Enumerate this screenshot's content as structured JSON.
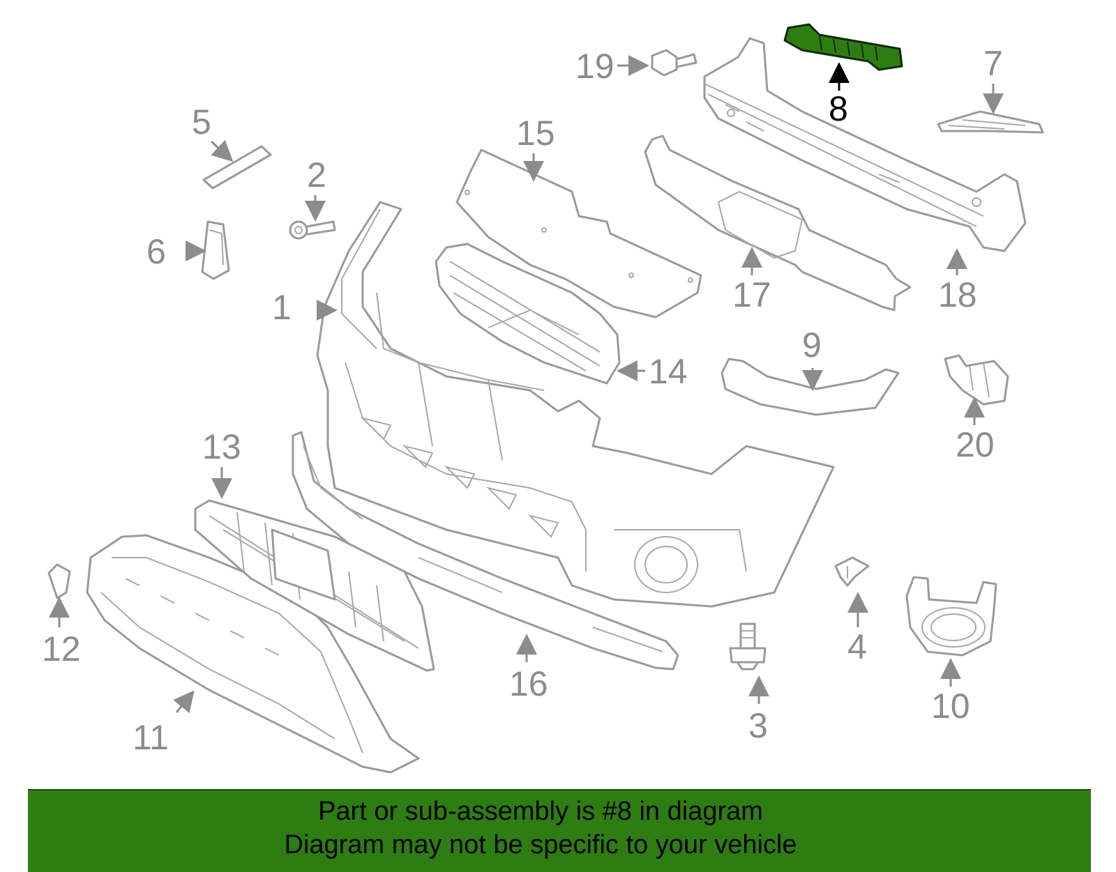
{
  "diagram": {
    "highlighted_part": "8",
    "highlight_color": "#2e7d12",
    "callouts": [
      "1",
      "2",
      "3",
      "4",
      "5",
      "6",
      "7",
      "8",
      "9",
      "10",
      "11",
      "12",
      "13",
      "14",
      "15",
      "16",
      "17",
      "18",
      "19",
      "20"
    ]
  },
  "banner": {
    "line1": "Part or sub-assembly is #8 in diagram",
    "line2": "Diagram may not be specific to your vehicle",
    "background": "#2e7d12"
  }
}
